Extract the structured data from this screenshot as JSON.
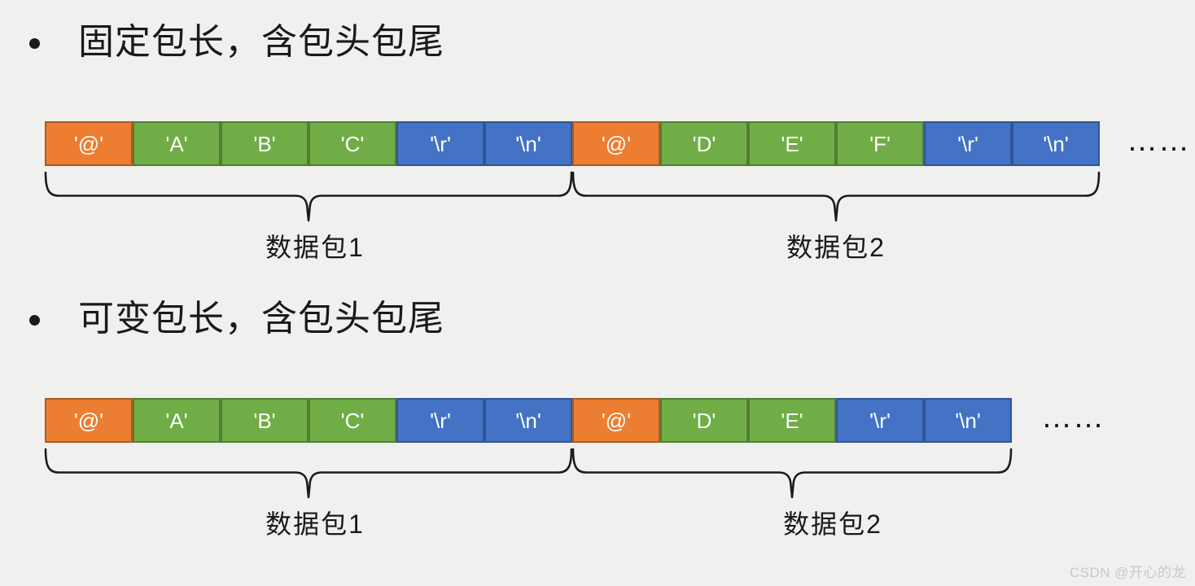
{
  "watermark": "CSDN @开心的龙",
  "colors": {
    "background": "#F0F0EE",
    "title_text": "#1a1a1a",
    "cell_text": "#FFFFFF",
    "brace": "#1b1b1b",
    "watermark_text": "#C8C8C8",
    "header": {
      "fill": "#ED7D31",
      "border": "#AC5A20"
    },
    "data": {
      "fill": "#70AD47",
      "border": "#507E32"
    },
    "delimiter": {
      "fill": "#4472C4",
      "border": "#2F5597"
    }
  },
  "sections": [
    {
      "title": "固定包长，含包头包尾",
      "ellipsis": "……",
      "cells": [
        {
          "text": "'@'",
          "role": "header"
        },
        {
          "text": "'A'",
          "role": "data"
        },
        {
          "text": "'B'",
          "role": "data"
        },
        {
          "text": "'C'",
          "role": "data"
        },
        {
          "text": "'\\r'",
          "role": "delimiter"
        },
        {
          "text": "'\\n'",
          "role": "delimiter"
        },
        {
          "text": "'@'",
          "role": "header"
        },
        {
          "text": "'D'",
          "role": "data"
        },
        {
          "text": "'E'",
          "role": "data"
        },
        {
          "text": "'F'",
          "role": "data"
        },
        {
          "text": "'\\r'",
          "role": "delimiter"
        },
        {
          "text": "'\\n'",
          "role": "delimiter"
        }
      ],
      "packets": [
        {
          "label": "数据包1",
          "cell_count": 6
        },
        {
          "label": "数据包2",
          "cell_count": 6
        }
      ]
    },
    {
      "title": "可变包长，含包头包尾",
      "ellipsis": "……",
      "cells": [
        {
          "text": "'@'",
          "role": "header"
        },
        {
          "text": "'A'",
          "role": "data"
        },
        {
          "text": "'B'",
          "role": "data"
        },
        {
          "text": "'C'",
          "role": "data"
        },
        {
          "text": "'\\r'",
          "role": "delimiter"
        },
        {
          "text": "'\\n'",
          "role": "delimiter"
        },
        {
          "text": "'@'",
          "role": "header"
        },
        {
          "text": "'D'",
          "role": "data"
        },
        {
          "text": "'E'",
          "role": "data"
        },
        {
          "text": "'\\r'",
          "role": "delimiter"
        },
        {
          "text": "'\\n'",
          "role": "delimiter"
        }
      ],
      "packets": [
        {
          "label": "数据包1",
          "cell_count": 6
        },
        {
          "label": "数据包2",
          "cell_count": 5
        }
      ]
    }
  ]
}
